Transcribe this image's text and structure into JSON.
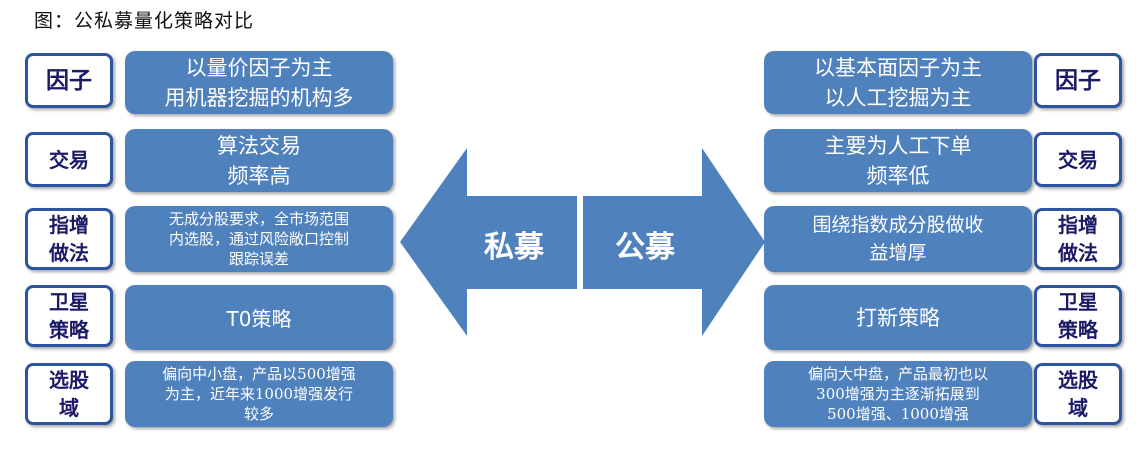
{
  "title": "图：公私募量化策略对比",
  "arrows": {
    "left_label": "私募",
    "right_label": "公募"
  },
  "left": {
    "labels": [
      "因子",
      "交易",
      "指增\n做法",
      "卫星\n策略",
      "选股\n域"
    ],
    "boxes": [
      "以量价因子为主\n用机器挖掘的机构多",
      "算法交易\n频率高",
      "无成分股要求，全市场范围\n内选股，通过风险敞口控制\n跟踪误差",
      "T0策略",
      "偏向中小盘，产品以500增强\n为主，近年来1000增强发行\n较多"
    ]
  },
  "right": {
    "labels": [
      "因子",
      "交易",
      "指增\n做法",
      "卫星\n策略",
      "选股\n域"
    ],
    "boxes": [
      "以基本面因子为主\n以人工挖掘为主",
      "主要为人工下单\n频率低",
      "围绕指数成分股做收\n益增厚",
      "打新策略",
      "偏向大中盘，产品最初也以\n300增强为主逐渐拓展到\n500增强、1000增强"
    ]
  },
  "colors": {
    "box_fill": "#4f81bd",
    "label_border": "#2e54a0",
    "label_text": "#1a1a66",
    "arrow_fill": "#4f81bd"
  }
}
